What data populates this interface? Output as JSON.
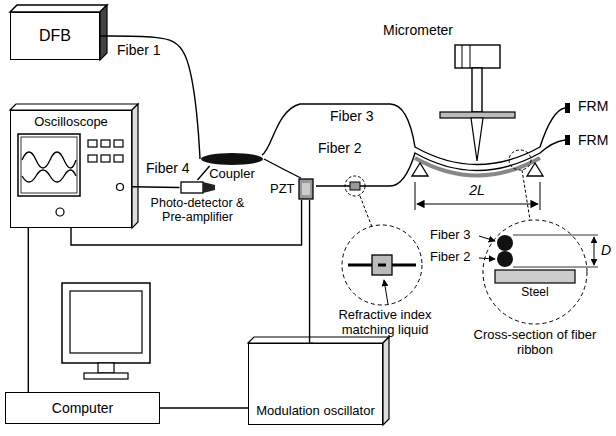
{
  "diagram": {
    "nodes": [
      {
        "text": [
          "DFB"
        ]
      },
      {
        "text": [
          "Oscilloscope"
        ]
      },
      {
        "text": [
          "Coupler"
        ]
      },
      {
        "text": [
          "Photo-detector & Pre-amplifier"
        ]
      },
      {
        "text": [
          "PZT"
        ]
      },
      {
        "text": [
          "Computer"
        ]
      },
      {
        "text": [
          "Modulation oscillator"
        ]
      }
    ],
    "edges": [
      {
        "from": 0,
        "to": 2,
        "label": "Fiber 1",
        "arrow": "none"
      },
      {
        "from": 2,
        "to": 3,
        "label": "Fiber 4",
        "arrow": "none"
      },
      {
        "from": 3,
        "to": 1,
        "arrow": "none"
      },
      {
        "from": 2,
        "to": 4,
        "arrow": "none"
      },
      {
        "from": 1,
        "to": 4,
        "arrow": "none"
      },
      {
        "from": 1,
        "to": 5,
        "arrow": "none"
      },
      {
        "from": 5,
        "to": 6,
        "arrow": "none"
      },
      {
        "from": 6,
        "to": 4,
        "arrow": "none"
      }
    ],
    "labels": [
      "Fiber 3",
      "Fiber 2",
      "Micrometer",
      "FRM",
      "FRM",
      "2L",
      "Refractive index matching liquid",
      "Fiber 3",
      "Fiber 2",
      "D",
      "Steel",
      "Cross-section of fiber ribbon"
    ]
  }
}
